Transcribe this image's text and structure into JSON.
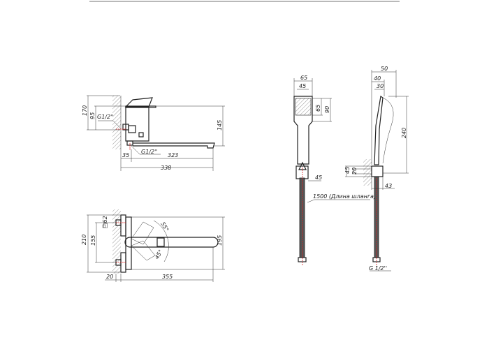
{
  "title": "Faucet and hand shower dimension drawing",
  "side_view": {
    "d170": "170",
    "d95": "95",
    "g_wall": "G1/2''",
    "g_outlet": "G1/2''",
    "d145": "145",
    "d35": "35",
    "d323": "323",
    "d338": "338"
  },
  "top_view": {
    "d210": "210",
    "d155": "155",
    "d62": "□62",
    "a55": "55°",
    "a45": "45°",
    "d195": "195",
    "d20": "20",
    "d355": "355"
  },
  "shower_front": {
    "d65w": "65",
    "d45w": "45",
    "d65h": "65",
    "d90": "90",
    "d45": "45",
    "hose": "1500 (Длина шланга)"
  },
  "shower_side": {
    "d50": "50",
    "d40": "40",
    "d30": "30",
    "d240": "240",
    "d45": "45",
    "d20": "20",
    "d43": "43",
    "thread": "G 1/2''"
  }
}
